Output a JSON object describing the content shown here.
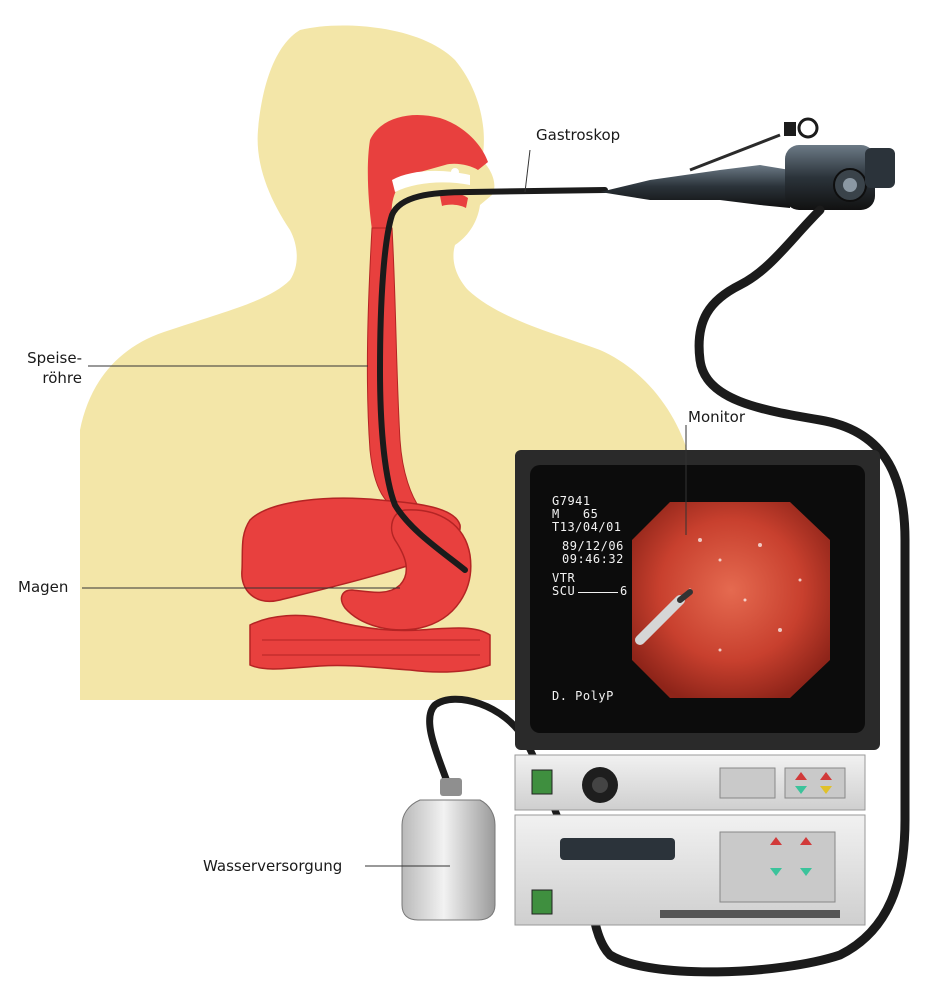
{
  "labels": {
    "gastroskop": "Gastroskop",
    "speiseroehre_line1": "Speise-",
    "speiseroehre_line2": "röhre",
    "magen": "Magen",
    "monitor": "Monitor",
    "wasserversorgung": "Wasserversorgung"
  },
  "monitor_screen": {
    "line1": "G7941",
    "line2": "M   65",
    "line3": "T13/04/01",
    "line4": "89/12/06",
    "line5": "09:46:32",
    "line6": "VTR",
    "line7": "SCU",
    "scu_value": "6",
    "footer": "D. PolyP"
  },
  "colors": {
    "body_silhouette": "#f3e6a8",
    "organ_red": "#e8403e",
    "organ_dark": "#b42424",
    "tube": "#1b1b1b",
    "monitor_frame": "#2a2a2a",
    "screen_bg": "#0c0c0c",
    "endoscopic_view": "#cf4a36",
    "device_panel": "#e6e6e6"
  },
  "icons": [
    "endoscope-handle-icon",
    "water-bottle-icon",
    "control-knob-icon"
  ]
}
